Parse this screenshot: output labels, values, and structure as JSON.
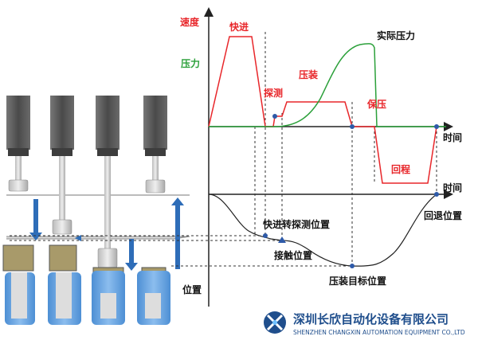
{
  "labels": {
    "speed": "速度",
    "pressure": "压力",
    "fast_advance": "快进",
    "probe": "探测",
    "press_fit": "压装",
    "actual_pressure": "实际压力",
    "hold_pressure": "保压",
    "return_stroke": "回程",
    "time_top": "时间",
    "time_bottom": "时间",
    "switch_position": "快进转探测位置",
    "contact_position": "接触位置",
    "target_position": "压装目标位置",
    "retreat_position": "回退位置",
    "position": "位置"
  },
  "company": {
    "name_cn": "深圳长欣自动化设备有限公司",
    "name_en": "SHENZHEN CHANGXIN AUTOMATION EQUIPMENT CO.,LTD"
  },
  "colors": {
    "speed": "#e8262a",
    "pressure": "#2ba03a",
    "axis": "#222222",
    "marker": "#2e5aa8",
    "stage_arrow": "#2e6db8",
    "part_fill": "#a89a6a",
    "part_base": "#6aa4e0",
    "cylinder": "#5a5a5a",
    "logo": "#1f4e8c"
  }
}
